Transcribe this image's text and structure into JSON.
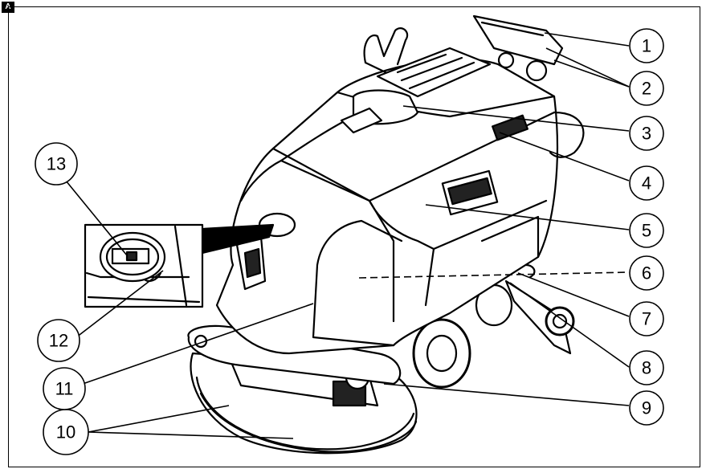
{
  "figure_label": "A",
  "callouts": [
    {
      "n": "1"
    },
    {
      "n": "2"
    },
    {
      "n": "3"
    },
    {
      "n": "4"
    },
    {
      "n": "5"
    },
    {
      "n": "6"
    },
    {
      "n": "7"
    },
    {
      "n": "8"
    },
    {
      "n": "9"
    },
    {
      "n": "10"
    },
    {
      "n": "11"
    },
    {
      "n": "12"
    },
    {
      "n": "13"
    }
  ]
}
